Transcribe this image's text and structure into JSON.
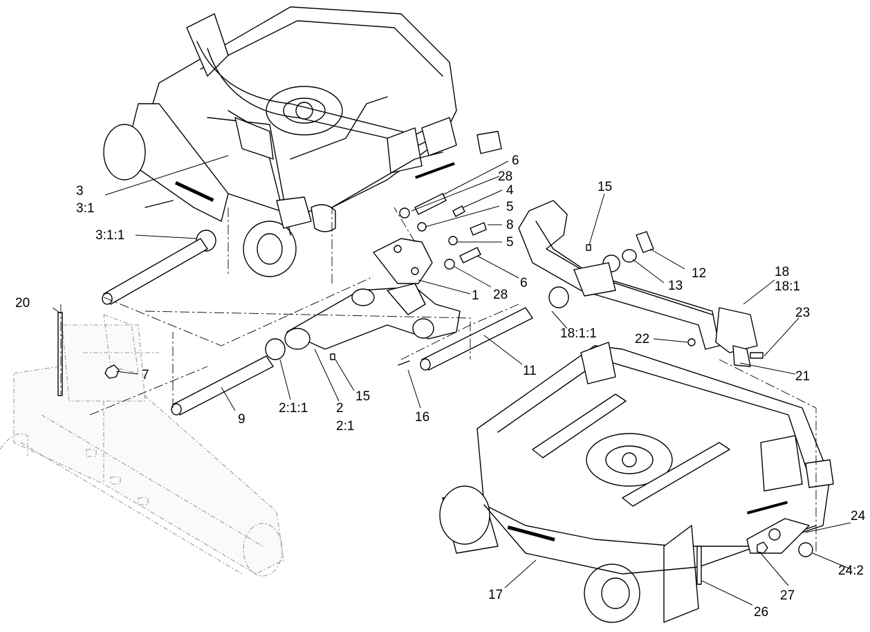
{
  "callouts": [
    {
      "id": "c-3",
      "text": "3"
    },
    {
      "id": "c-3-1",
      "text": "3:1"
    },
    {
      "id": "c-3-1-1",
      "text": "3:1:1"
    },
    {
      "id": "c-20",
      "text": "20"
    },
    {
      "id": "c-7",
      "text": "7"
    },
    {
      "id": "c-9",
      "text": "9"
    },
    {
      "id": "c-2-1-1",
      "text": "2:1:1"
    },
    {
      "id": "c-2",
      "text": "2"
    },
    {
      "id": "c-2-1",
      "text": "2:1"
    },
    {
      "id": "c-15a",
      "text": "15"
    },
    {
      "id": "c-16",
      "text": "16"
    },
    {
      "id": "c-1",
      "text": "1"
    },
    {
      "id": "c-28a",
      "text": "28"
    },
    {
      "id": "c-6a",
      "text": "6"
    },
    {
      "id": "c-5a",
      "text": "5"
    },
    {
      "id": "c-8",
      "text": "8"
    },
    {
      "id": "c-5b",
      "text": "5"
    },
    {
      "id": "c-4",
      "text": "4"
    },
    {
      "id": "c-28b",
      "text": "28"
    },
    {
      "id": "c-6b",
      "text": "6"
    },
    {
      "id": "c-15b",
      "text": "15"
    },
    {
      "id": "c-12",
      "text": "12"
    },
    {
      "id": "c-13",
      "text": "13"
    },
    {
      "id": "c-18",
      "text": "18"
    },
    {
      "id": "c-18-1",
      "text": "18:1"
    },
    {
      "id": "c-23",
      "text": "23"
    },
    {
      "id": "c-22",
      "text": "22"
    },
    {
      "id": "c-18-1-1",
      "text": "18:1:1"
    },
    {
      "id": "c-11",
      "text": "11"
    },
    {
      "id": "c-21",
      "text": "21"
    },
    {
      "id": "c-24",
      "text": "24"
    },
    {
      "id": "c-24-2",
      "text": "24:2"
    },
    {
      "id": "c-27",
      "text": "27"
    },
    {
      "id": "c-26",
      "text": "26"
    },
    {
      "id": "c-17",
      "text": "17"
    }
  ]
}
